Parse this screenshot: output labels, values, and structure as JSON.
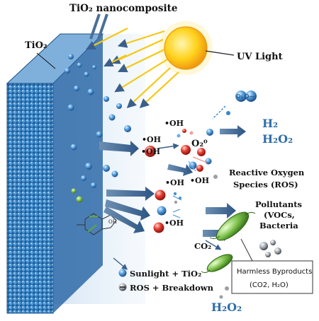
{
  "labels": {
    "title": "TiO₂ nanocomposite",
    "tio2": "TiO₂",
    "uv_light": "UV Light",
    "oh_1": "•OH",
    "oh_2": "•OH",
    "oh_3": "•OH",
    "oh_4": "•OH",
    "oh_5": "•OH",
    "oh_6": "•OH",
    "superoxide": "O₂⁰",
    "o2_molecule": "O₂ O—",
    "h2": "H₂",
    "h2o2_top": "H₂O₂",
    "ros_line1": "Reactive Oxygen",
    "ros_line2": "Species (ROS)",
    "pollutants_line1": "Pollutants",
    "pollutants_line2": "(VOCs,",
    "pollutants_line3": "Bacteria",
    "co2": "CO₂",
    "oh_structure": "OH",
    "byproducts_line1": "Harmless Byproducts",
    "byproducts_line2": "(CO2, H₂O)",
    "h2o2_bottom": "H₂O₂"
  },
  "legend": {
    "item1": "Sunlight + TiO₂",
    "item2": "ROS + Breakdown"
  },
  "colors": {
    "panel_front": "#2f78b4",
    "panel_side": "#1c4f86",
    "sun": "#f7c21c",
    "radical_red": "#d8241f",
    "particle_blue": "#3a86cc",
    "bacteria_green": "#5ca83a",
    "h2_blue": "#2f6ea8"
  }
}
